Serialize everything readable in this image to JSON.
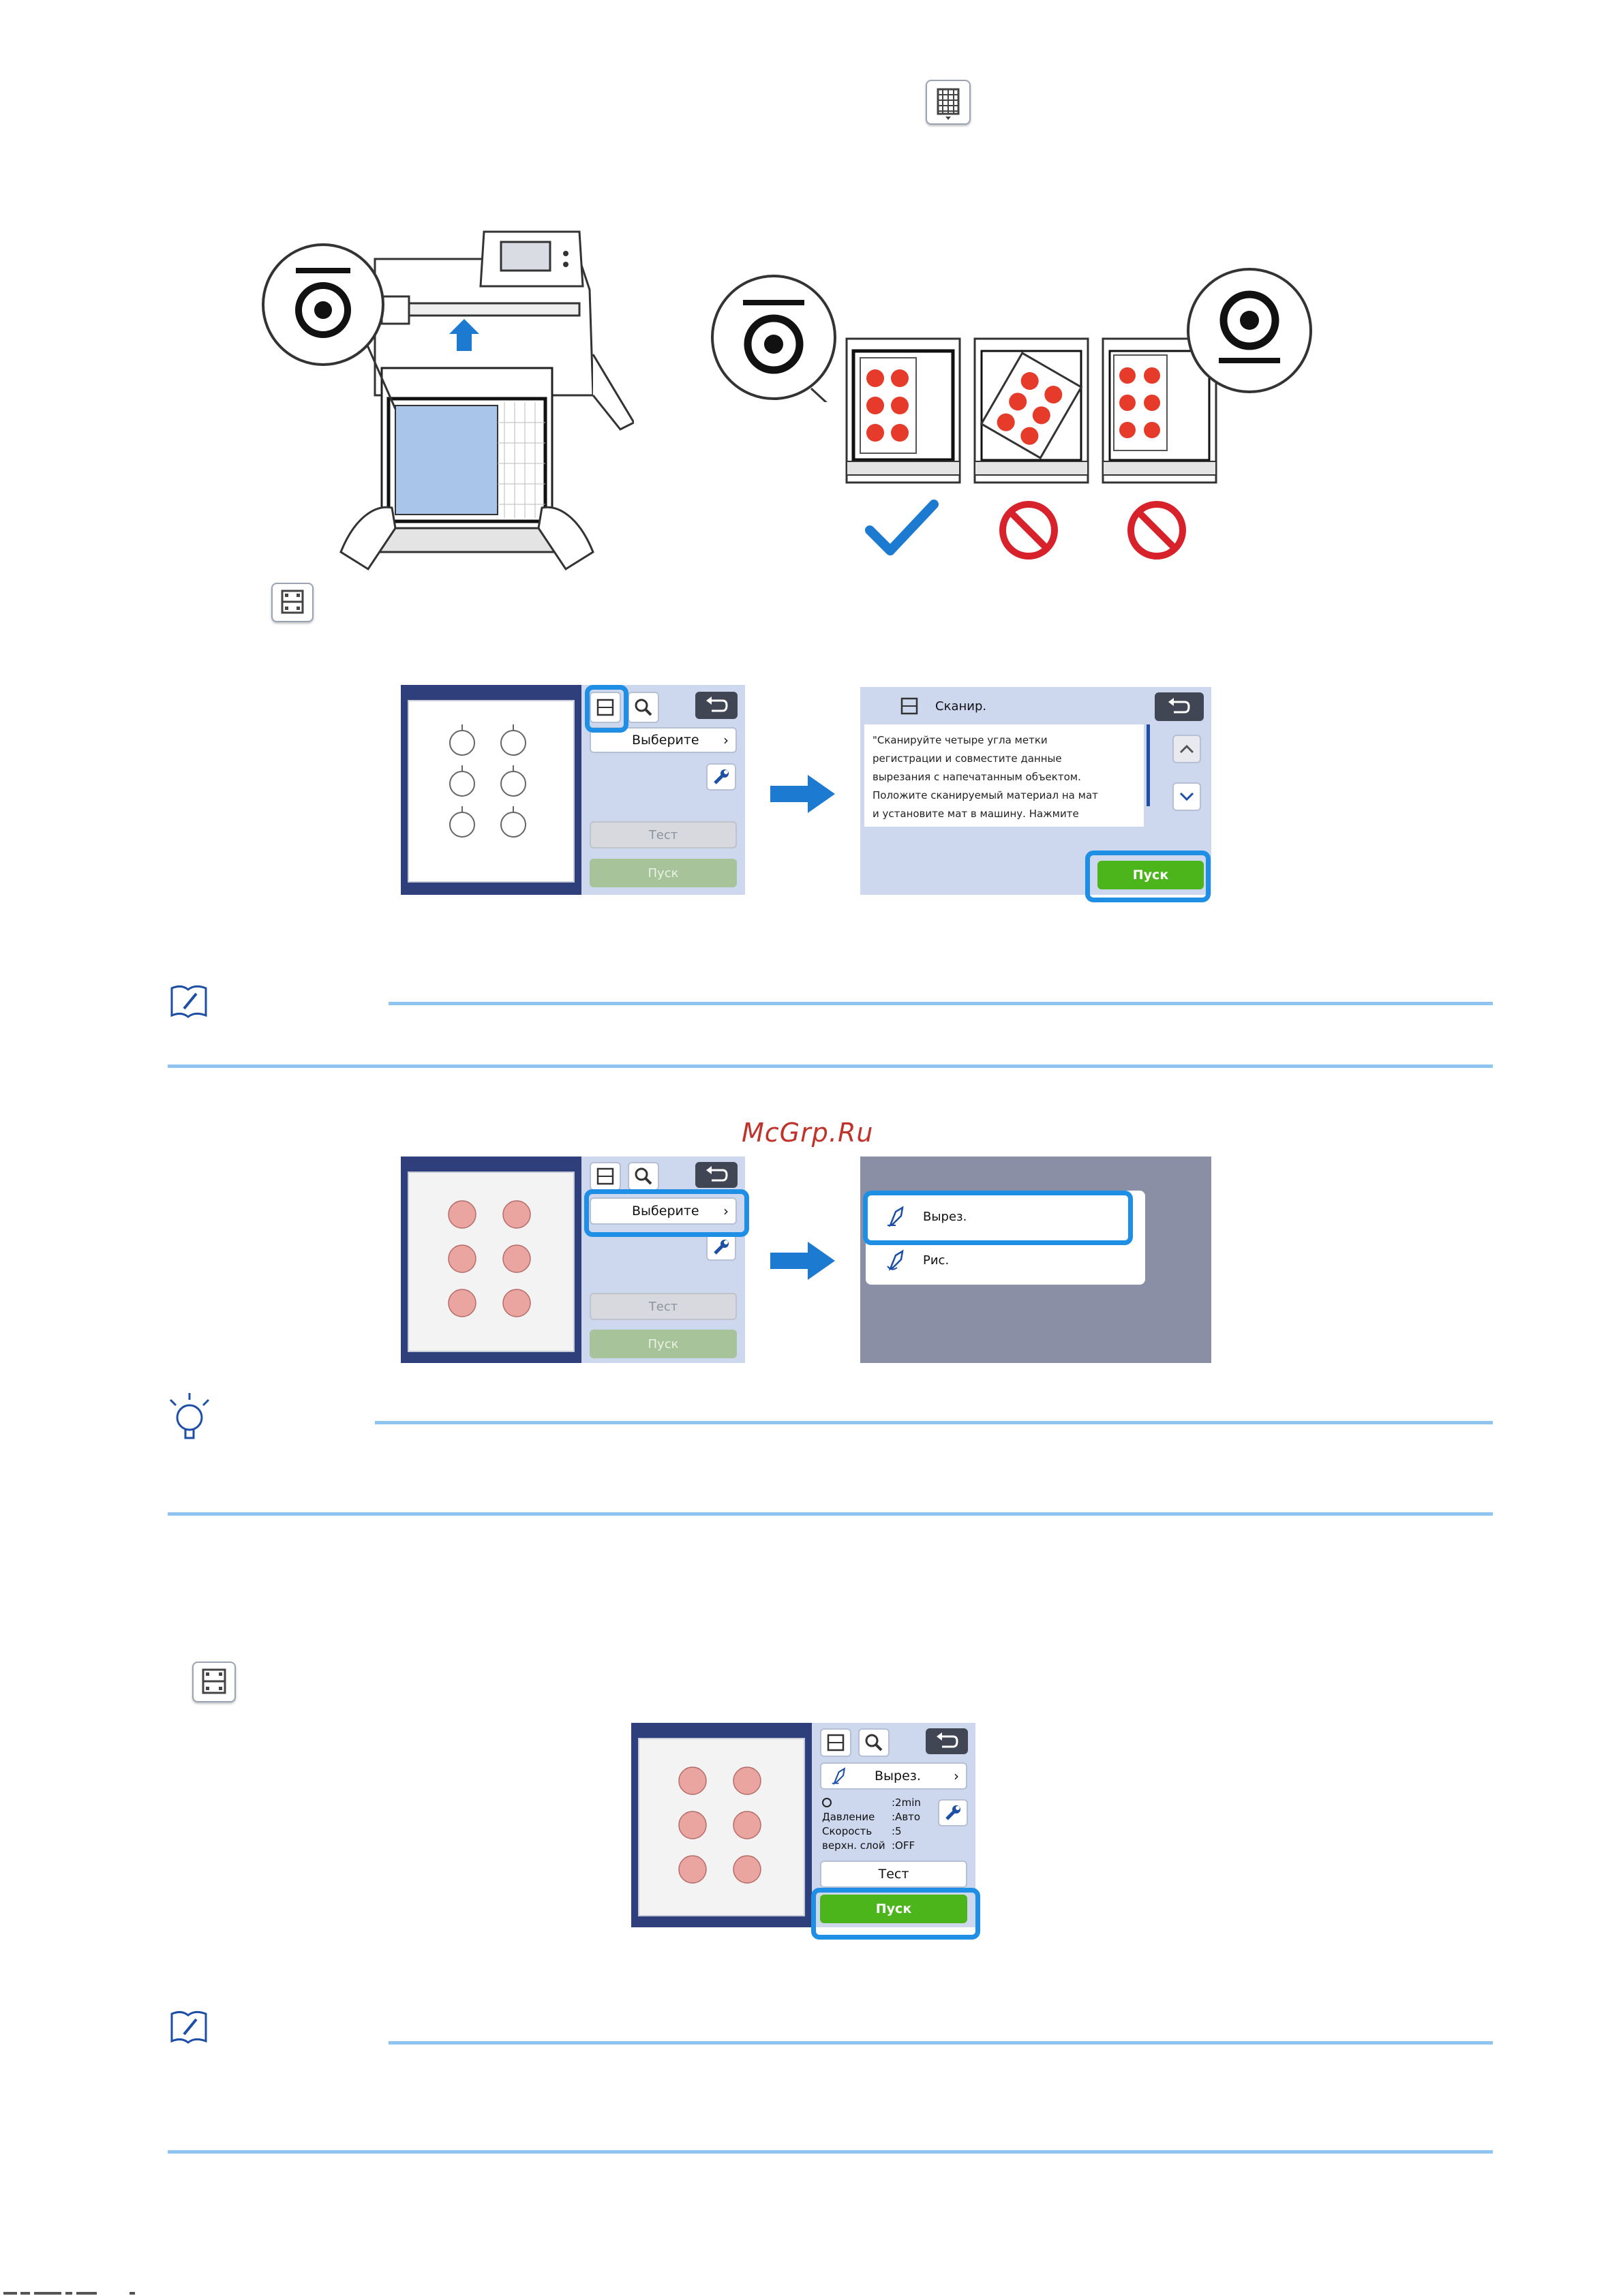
{
  "watermark": "McGrp.Ru",
  "screen1": {
    "select_label": "Выберите",
    "test_label": "Тест",
    "start_label": "Пуск"
  },
  "screen2": {
    "title": "Сканир.",
    "message_lines": [
      "\"Сканируйте четыре угла метки",
      "регистрации и совместите данные",
      "вырезания с напечатанным объектом.",
      "Положите сканируемый материал на мат",
      "и установите мат в машину. Нажмите"
    ],
    "start_label": "Пуск"
  },
  "screen3": {
    "select_label": "Выберите",
    "test_label": "Тест",
    "start_label": "Пуск"
  },
  "screen4": {
    "menu_items": [
      "Вырез.",
      "Рис."
    ]
  },
  "screen5": {
    "mode_label": "Вырез.",
    "settings": [
      {
        "label": "",
        "value": ":2min"
      },
      {
        "label": "Давление",
        "value": ":Авто"
      },
      {
        "label": "Скорость",
        "value": ":5"
      },
      {
        "label": "верхн. слой",
        "value": ":OFF"
      }
    ],
    "test_label": "Тест",
    "start_label": "Пуск"
  },
  "colors": {
    "highlight": "#1f8fe6",
    "rule": "#8ec4ef",
    "go_green": "#4cb51c",
    "prohibit_red": "#d7222b",
    "check_blue": "#1c7bd1",
    "screen_dark": "#2f3f7c",
    "apple_red": "#e63a2a"
  },
  "icons": [
    "grid-mat-icon",
    "scan-icon",
    "magnifier-icon",
    "back-icon",
    "wrench-icon",
    "chevron-right-icon",
    "chevron-up-icon",
    "chevron-down-icon",
    "memo-icon",
    "note-bulb-icon",
    "check-icon",
    "prohibit-icon",
    "target-mark-icon",
    "pen-cut-icon",
    "pen-draw-icon",
    "clock-icon"
  ]
}
